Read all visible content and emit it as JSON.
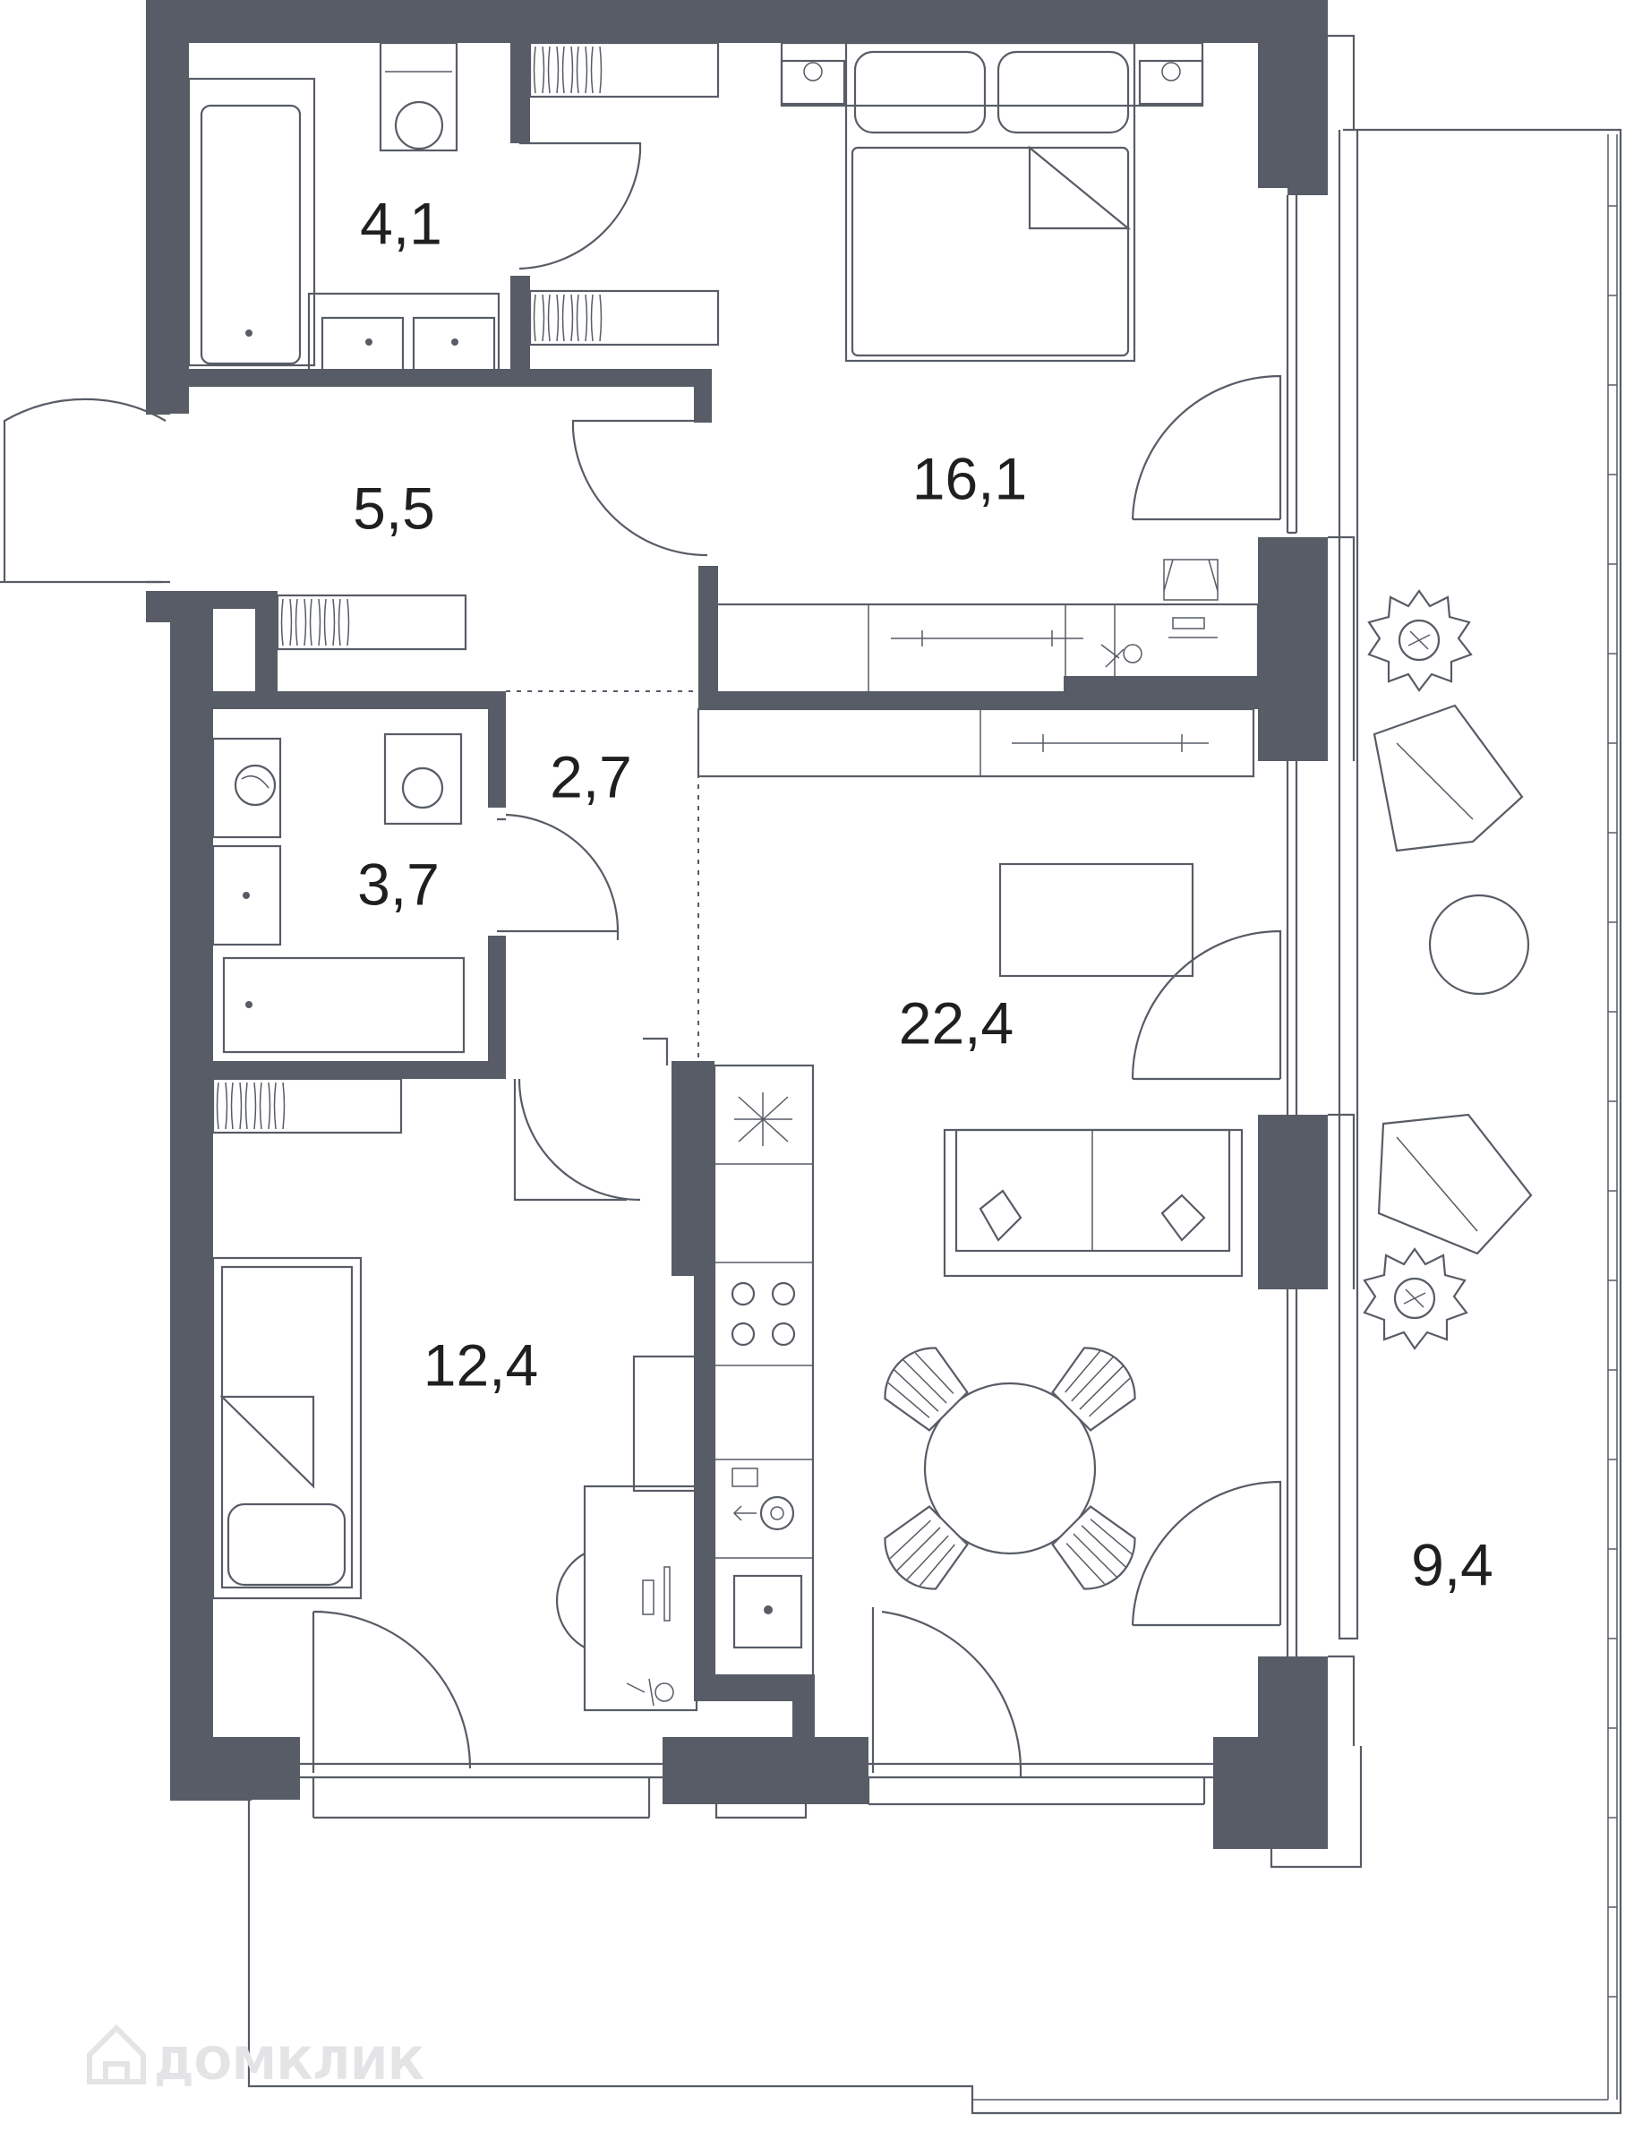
{
  "rooms": [
    {
      "id": "bathroom-1",
      "area": "4,1"
    },
    {
      "id": "bedroom-1",
      "area": "16,1"
    },
    {
      "id": "hallway",
      "area": "5,5"
    },
    {
      "id": "corridor",
      "area": "2,7"
    },
    {
      "id": "bathroom-2",
      "area": "3,7"
    },
    {
      "id": "living-kitchen",
      "area": "22,4"
    },
    {
      "id": "bedroom-2",
      "area": "12,4"
    },
    {
      "id": "loggia",
      "area": "9,4"
    }
  ],
  "watermark": {
    "text": "ДОМКЛИК"
  },
  "colors": {
    "wall": "#575c66",
    "background": "#ffffff",
    "label": "#1f1f1f",
    "watermark": "#e4e4e6"
  }
}
